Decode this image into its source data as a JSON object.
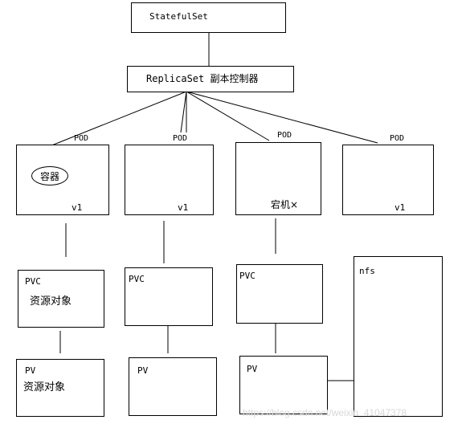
{
  "statefulset": {
    "label": "StatefulSet"
  },
  "replicaset": {
    "label": "ReplicaSet 副本控制器"
  },
  "pods": [
    {
      "label": "POD",
      "version": "v1",
      "container": "容器"
    },
    {
      "label": "POD",
      "version": "v1"
    },
    {
      "label": "POD",
      "note": "宕机×"
    },
    {
      "label": "POD",
      "version": "v1"
    }
  ],
  "pvcs": [
    {
      "label": "PVC",
      "desc": "资源对象"
    },
    {
      "label": "PVC"
    },
    {
      "label": "PVC"
    }
  ],
  "pvs": [
    {
      "label": "PV",
      "desc": "资源对象"
    },
    {
      "label": "PV"
    },
    {
      "label": "PV"
    }
  ],
  "nfs": {
    "label": "nfs"
  },
  "watermark": {
    "text": "https://blog.csdn.net/weixin_41047378"
  }
}
